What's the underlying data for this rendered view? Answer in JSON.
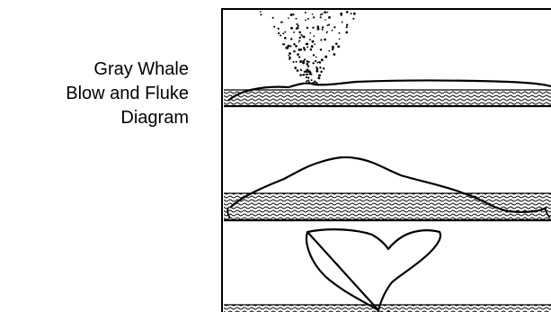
{
  "caption": {
    "line1": "Gray Whale",
    "line2": "Blow and Fluke",
    "line3": "Diagram"
  },
  "panels": [
    {
      "stage": "blow",
      "shows": "spout spray above surfacing back"
    },
    {
      "stage": "back",
      "shows": "arched back rolling above surface"
    },
    {
      "stage": "fluke",
      "shows": "tail fluke raised out of water"
    }
  ],
  "colors": {
    "ink": "#000000",
    "background": "#ffffff"
  }
}
